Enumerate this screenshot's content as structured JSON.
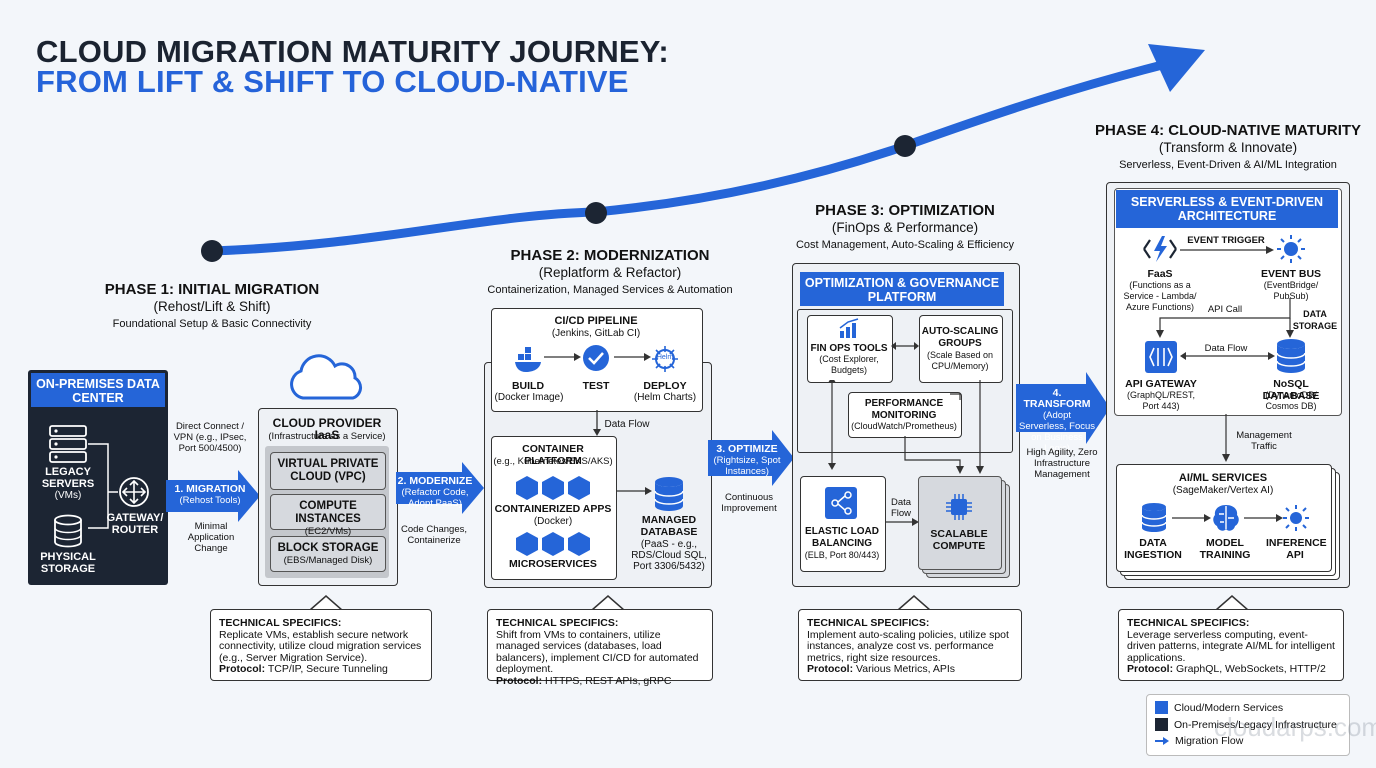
{
  "title": {
    "line1": "CLOUD MIGRATION MATURITY JOURNEY:",
    "line2": "FROM LIFT & SHIFT TO CLOUD-NATIVE"
  },
  "phase1": {
    "title": "PHASE 1: INITIAL MIGRATION",
    "subtitle": "(Rehost/Lift & Shift)",
    "desc": "Foundational Setup & Basic Connectivity"
  },
  "phase2": {
    "title": "PHASE 2: MODERNIZATION",
    "subtitle": "(Replatform & Refactor)",
    "desc": "Containerization, Managed Services & Automation"
  },
  "phase3": {
    "title": "PHASE 3: OPTIMIZATION",
    "subtitle": "(FinOps & Performance)",
    "desc": "Cost Management, Auto-Scaling & Efficiency"
  },
  "phase4": {
    "title": "PHASE 4: CLOUD-NATIVE MATURITY",
    "subtitle": "(Transform & Innovate)",
    "desc": "Serverless, Event-Driven & AI/ML Integration"
  },
  "onprem": {
    "header": "ON-PREMISES DATA CENTER",
    "servers": "LEGACY SERVERS",
    "servers_note": "(VMs)",
    "storage": "PHYSICAL STORAGE",
    "gateway": "GATEWAY/ ROUTER",
    "direct": "Direct Connect / VPN (e.g., IPsec, Port 500/4500)"
  },
  "migration_arrow": {
    "title": "1. MIGRATION",
    "note": "(Rehost Tools)",
    "below": "Minimal Application Change"
  },
  "iaas": {
    "title": "CLOUD PROVIDER IaaS",
    "subtitle": "(Infrastructure as a Service)",
    "vpc": "VIRTUAL PRIVATE CLOUD (VPC)",
    "compute": "COMPUTE INSTANCES",
    "compute_note": "(EC2/VMs)",
    "storage": "BLOCK STORAGE",
    "storage_note": "(EBS/Managed Disk)"
  },
  "modernize_arrow": {
    "title": "2. MODERNIZE",
    "note": "(Refactor Code, Adopt PaaS)",
    "below": "Code Changes, Containerize"
  },
  "cicd": {
    "title": "CI/CD PIPELINE",
    "subtitle": "(Jenkins, GitLab CI)",
    "build": "BUILD",
    "build_note": "(Docker Image)",
    "test": "TEST",
    "deploy": "DEPLOY",
    "deploy_note": "(Helm Charts)",
    "helm": "Helm",
    "flow": "Data Flow"
  },
  "container": {
    "title": "CONTAINER PLATFORM",
    "subtitle": "(e.g., Kubernetes/EKS/AKS)",
    "apps": "CONTAINERIZED APPS",
    "apps_note": "(Docker)",
    "micro": "MICROSERVICES",
    "db": "MANAGED DATABASE",
    "db_note": "(PaaS - e.g., RDS/Cloud SQL, Port 3306/5432)"
  },
  "optimize_arrow": {
    "title": "3. OPTIMIZE",
    "note": "(Rightsize, Spot Instances)",
    "below": "Continuous Improvement"
  },
  "gov": {
    "title": "OPTIMIZATION & GOVERNANCE PLATFORM",
    "finops": "FIN OPS TOOLS",
    "finops_note": "(Cost Explorer, Budgets)",
    "autoscale": "AUTO-SCALING GROUPS",
    "autoscale_note": "(Scale Based on CPU/Memory)",
    "perf": "PERFORMANCE MONITORING",
    "perf_note": "(CloudWatch/Prometheus)",
    "elb": "ELASTIC LOAD BALANCING",
    "elb_note": "(ELB, Port 80/443)",
    "flow": "Data Flow",
    "scalable": "SCALABLE COMPUTE"
  },
  "transform_arrow": {
    "title": "4. TRANSFORM",
    "note": "(Adopt Serverless, Focus on Business Logic)",
    "below": "High Agility, Zero Infrastructure Management"
  },
  "serverless": {
    "title": "SERVERLESS & EVENT-DRIVEN ARCHITECTURE",
    "trigger": "EVENT TRIGGER",
    "faas": "FaaS",
    "faas_note": "(Functions as a Service - Lambda/ Azure Functions)",
    "bus": "EVENT BUS",
    "bus_note": "(EventBridge/ PubSub)",
    "api_call": "API Call",
    "data_storage": "DATA STORAGE",
    "apigw": "API GATEWAY",
    "apigw_note": "(GraphQL/REST, Port 443)",
    "dataflow": "Data Flow",
    "nosql": "NoSQL DATABASE",
    "nosql_note": "(DynamoDB/ Cosmos DB)",
    "mgmt": "Management Traffic"
  },
  "aiml": {
    "title": "AI/ML SERVICES",
    "subtitle": "(SageMaker/Vertex AI)",
    "ingest": "DATA INGESTION",
    "train": "MODEL TRAINING",
    "infer": "INFERENCE API"
  },
  "tech1": {
    "head": "TECHNICAL SPECIFICS:",
    "body": "Replicate VMs, establish secure network connectivity, utilize cloud migration services (e.g., Server Migration Service).",
    "proto_label": "Protocol:",
    "proto": "TCP/IP, Secure Tunneling"
  },
  "tech2": {
    "head": "TECHNICAL SPECIFICS:",
    "body": "Shift from VMs to containers, utilize managed services (databases, load balancers), implement CI/CD for automated deployment.",
    "proto_label": "Protocol:",
    "proto": "HTTPS, REST APIs, gRPC"
  },
  "tech3": {
    "head": "TECHNICAL SPECIFICS:",
    "body": "Implement auto-scaling policies, utilize spot instances, analyze cost vs. performance metrics, right size resources.",
    "proto_label": "Protocol:",
    "proto": "Various Metrics, APIs"
  },
  "tech4": {
    "head": "TECHNICAL SPECIFICS:",
    "body": "Leverage serverless computing, event-driven patterns, integrate AI/ML for intelligent applications.",
    "proto_label": "Protocol:",
    "proto": "GraphQL, WebSockets, HTTP/2"
  },
  "legend": {
    "cloud": "Cloud/Modern Services",
    "onprem": "On-Premises/Legacy Infrastructure",
    "flow": "Migration Flow",
    "cloud_color": "#2565d8",
    "onprem_color": "#1c2533",
    "flow_color": "#2565d8"
  },
  "watermark": "cloudarps.com"
}
